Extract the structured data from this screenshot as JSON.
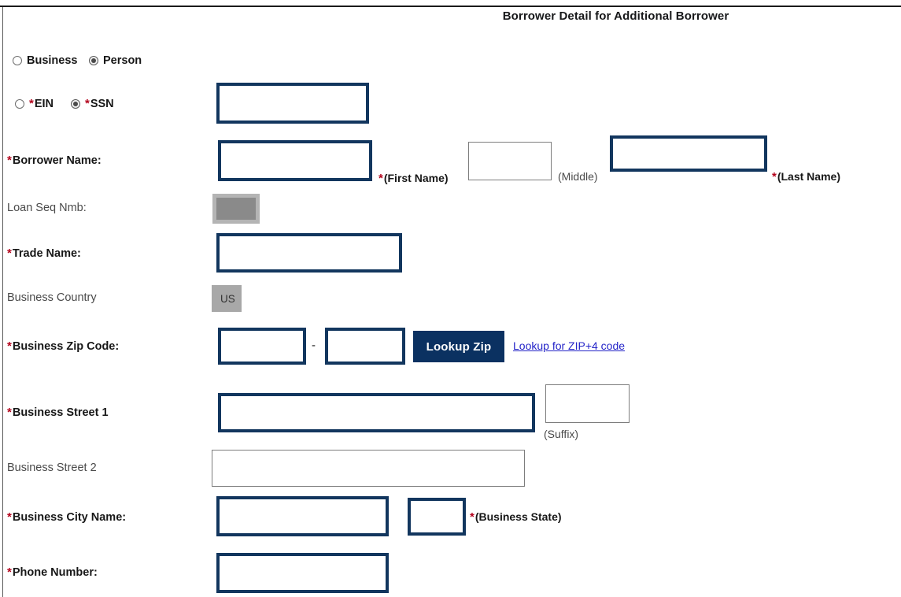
{
  "page": {
    "title": "Borrower Detail for Additional Borrower"
  },
  "entity_type": {
    "business_label": "Business",
    "person_label": "Person",
    "selected": "Person"
  },
  "tax_id_type": {
    "ein_label": "EIN",
    "ssn_label": "SSN",
    "selected": "SSN",
    "input_value": ""
  },
  "fields": {
    "borrower_name": {
      "label": "Borrower Name:",
      "required": true,
      "first_value": "",
      "first_hint": "(First Name)",
      "first_hint_required": true,
      "middle_value": "",
      "middle_hint": "(Middle)",
      "last_value": "",
      "last_hint": "(Last Name)",
      "last_hint_required": true
    },
    "loan_seq_nmb": {
      "label": "Loan Seq Nmb:",
      "required": false,
      "value": "",
      "disabled": true
    },
    "trade_name": {
      "label": "Trade Name:",
      "required": true,
      "value": ""
    },
    "business_country": {
      "label": "Business Country",
      "required": false,
      "value": "US",
      "disabled": true
    },
    "business_zip": {
      "label": "Business Zip Code:",
      "required": true,
      "zip5_value": "",
      "separator": "-",
      "zip4_value": "",
      "button_label": "Lookup Zip",
      "link_label": "Lookup for ZIP+4 code"
    },
    "business_street_1": {
      "label": "Business Street 1",
      "required": true,
      "value": "",
      "suffix_value": "",
      "suffix_hint": "(Suffix)"
    },
    "business_street_2": {
      "label": "Business Street 2",
      "required": false,
      "value": ""
    },
    "business_city": {
      "label": "Business City Name:",
      "required": true,
      "value": "",
      "state_value": "",
      "state_hint": "(Business State)",
      "state_hint_required": true
    },
    "phone_number": {
      "label": "Phone Number:",
      "required": true,
      "value": ""
    }
  },
  "colors": {
    "field_border_navy": "#12365e",
    "button_navy": "#0b3161",
    "required_star": "#b3001b",
    "link_blue": "#2424c8",
    "disabled_gray": "#8a8a8a"
  }
}
